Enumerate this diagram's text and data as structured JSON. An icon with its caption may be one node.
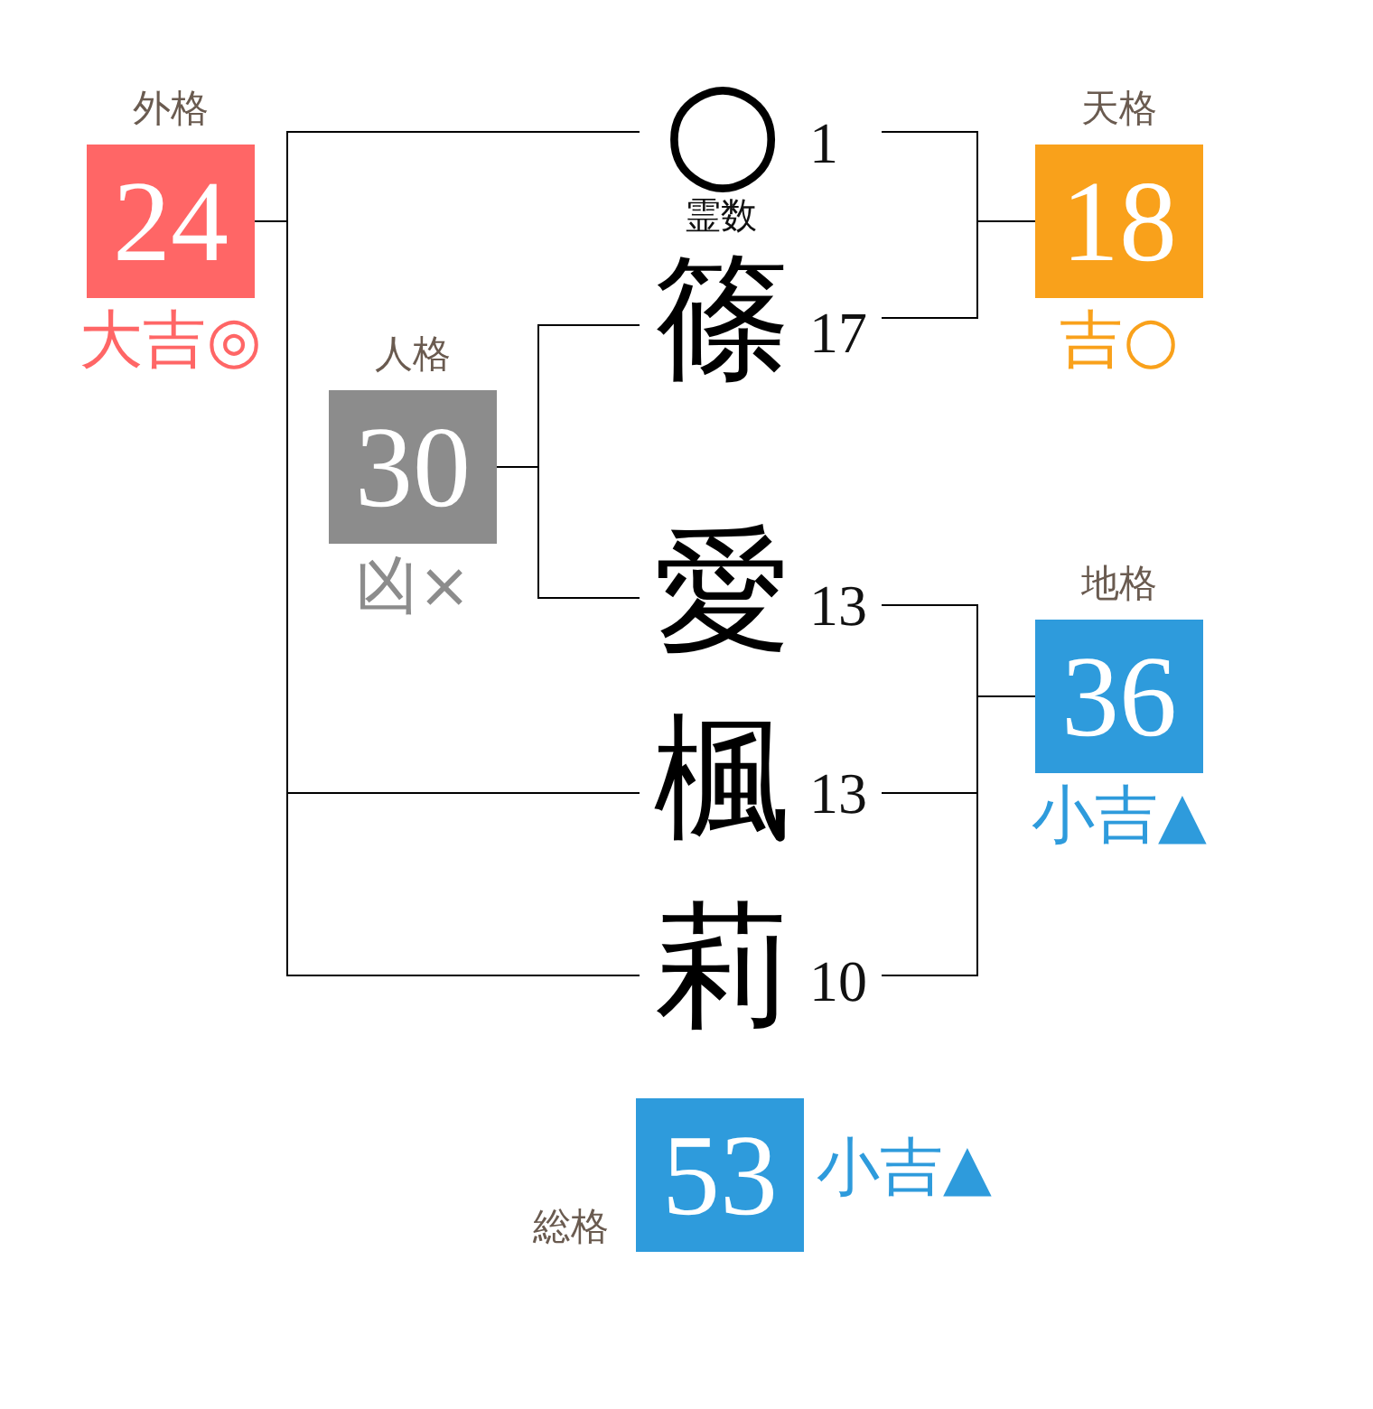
{
  "diagram": {
    "nodes": [
      {
        "text": [
          "外格",
          "24"
        ],
        "beside": [
          "大吉◎"
        ]
      },
      {
        "text": [
          "○"
        ],
        "beside": [
          "霊数",
          "1"
        ]
      },
      {
        "text": [
          "天格",
          "18"
        ],
        "beside": [
          "吉○"
        ]
      },
      {
        "text": [
          "篠"
        ],
        "beside": [
          "17"
        ]
      },
      {
        "text": [
          "人格",
          "30"
        ],
        "beside": [
          "凶×"
        ]
      },
      {
        "text": [
          "愛"
        ],
        "beside": [
          "13"
        ]
      },
      {
        "text": [
          "地格",
          "36"
        ],
        "beside": [
          "小吉▲"
        ]
      },
      {
        "text": [
          "楓"
        ],
        "beside": [
          "13"
        ]
      },
      {
        "text": [
          "莉"
        ],
        "beside": [
          "10"
        ]
      },
      {
        "text": [
          "総格",
          "53"
        ],
        "beside": [
          "小吉▲"
        ]
      }
    ],
    "edges": [
      {
        "from": 0,
        "to": 1,
        "arrow": "none"
      },
      {
        "from": 0,
        "to": 7,
        "arrow": "none"
      },
      {
        "from": 0,
        "to": 8,
        "arrow": "none"
      },
      {
        "from": 4,
        "to": 3,
        "arrow": "none"
      },
      {
        "from": 4,
        "to": 5,
        "arrow": "none"
      },
      {
        "from": 1,
        "to": 2,
        "arrow": "none"
      },
      {
        "from": 3,
        "to": 2,
        "arrow": "none"
      },
      {
        "from": 5,
        "to": 6,
        "arrow": "none"
      },
      {
        "from": 7,
        "to": 6,
        "arrow": "none"
      },
      {
        "from": 8,
        "to": 6,
        "arrow": "none"
      }
    ]
  }
}
